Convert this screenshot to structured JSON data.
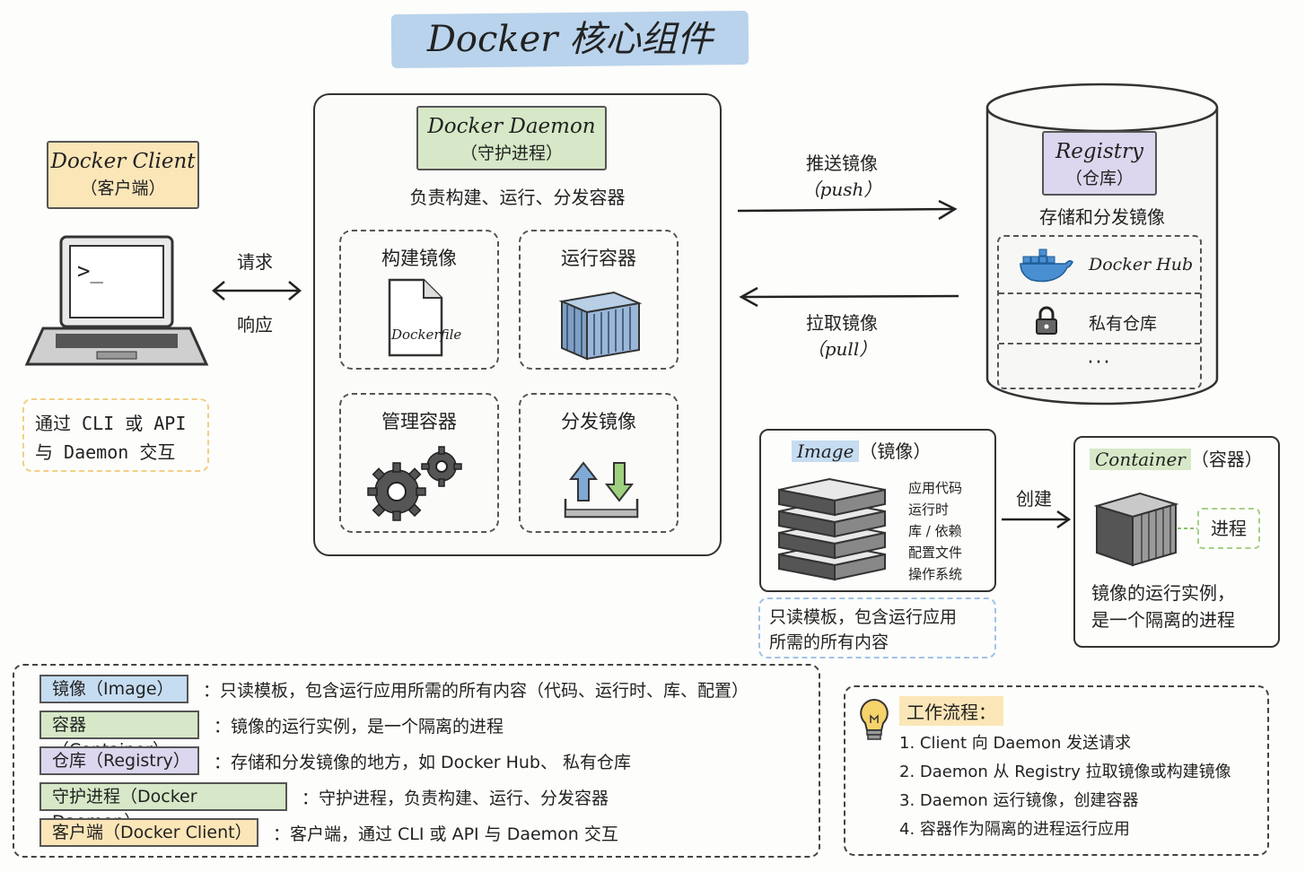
{
  "title": "Docker 核心组件",
  "client": {
    "name": "Docker Client",
    "sub": "（客户端）",
    "note_line1": "通过 CLI 或 API",
    "note_line2": "与 Daemon 交互",
    "terminal_prompt": ">_"
  },
  "request_label": "请求",
  "response_label": "响应",
  "daemon": {
    "name": "Docker Daemon",
    "sub": "（守护进程）",
    "desc": "负责构建、运行、分发容器",
    "functions": [
      {
        "label": "构建镜像",
        "icon": "dockerfile-icon",
        "file_label": "Dockerfile"
      },
      {
        "label": "运行容器",
        "icon": "container-icon"
      },
      {
        "label": "管理容器",
        "icon": "gears-icon"
      },
      {
        "label": "分发镜像",
        "icon": "upload-download-icon"
      }
    ]
  },
  "push": {
    "label": "推送镜像",
    "sub": "（push）"
  },
  "pull": {
    "label": "拉取镜像",
    "sub": "（pull）"
  },
  "registry": {
    "name": "Registry",
    "sub": "（仓库）",
    "desc": "存储和分发镜像",
    "items": [
      {
        "label": "Docker Hub",
        "icon": "docker-whale-icon"
      },
      {
        "label": "私有仓库",
        "icon": "lock-icon"
      },
      {
        "label": "···"
      }
    ]
  },
  "image": {
    "name": "Image",
    "sub": "（镜像）",
    "layers": [
      "应用代码",
      "运行时",
      "库 / 依赖",
      "配置文件",
      "操作系统"
    ],
    "note_line1": "只读模板，包含运行应用",
    "note_line2": "所需的所有内容"
  },
  "create_label": "创建",
  "container": {
    "name": "Container",
    "sub": "（容器）",
    "process_label": "进程",
    "desc_line1": "镜像的运行实例，",
    "desc_line2": "是一个隔离的进程"
  },
  "legend": [
    {
      "key": "镜像（Image）",
      "value": "：只读模板，包含运行应用所需的所有内容（代码、运行时、库、配置）",
      "color": "#c5dcf1"
    },
    {
      "key": "容器（Container）",
      "value": "：镜像的运行实例，是一个隔离的进程",
      "color": "#d6e8c7"
    },
    {
      "key": "仓库（Registry）",
      "value": "：存储和分发镜像的地方，如 Docker Hub、 私有仓库",
      "color": "#dcd6ee"
    },
    {
      "key": "守护进程（Docker Daemon）",
      "value": "：守护进程，负责构建、运行、分发容器",
      "color": "#d6e8c7"
    },
    {
      "key": "客户端（Docker Client）",
      "value": "：客户端，通过 CLI 或 API 与 Daemon 交互",
      "color": "#fbe6b8"
    }
  ],
  "workflow": {
    "title": "工作流程：",
    "icon": "lightbulb-icon",
    "steps": [
      "1. Client 向 Daemon 发送请求",
      "2. Daemon 从 Registry 拉取镜像或构建镜像",
      "3. Daemon 运行镜像，创建容器",
      "4. 容器作为隔离的进程运行应用"
    ]
  }
}
